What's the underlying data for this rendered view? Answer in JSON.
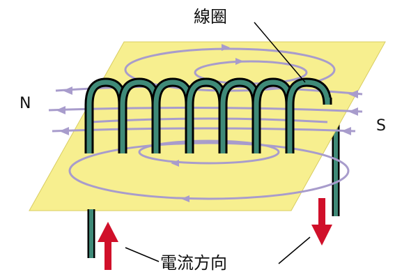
{
  "labels": {
    "coil": "線圈",
    "current_direction": "電流方向",
    "north": "N",
    "south": "S"
  },
  "colors": {
    "plane": "#f7ef8f",
    "coil": "#3f8a78",
    "field_line": "#a89ccc",
    "current_arrow": "#d0102a"
  },
  "coil_turns": 7
}
